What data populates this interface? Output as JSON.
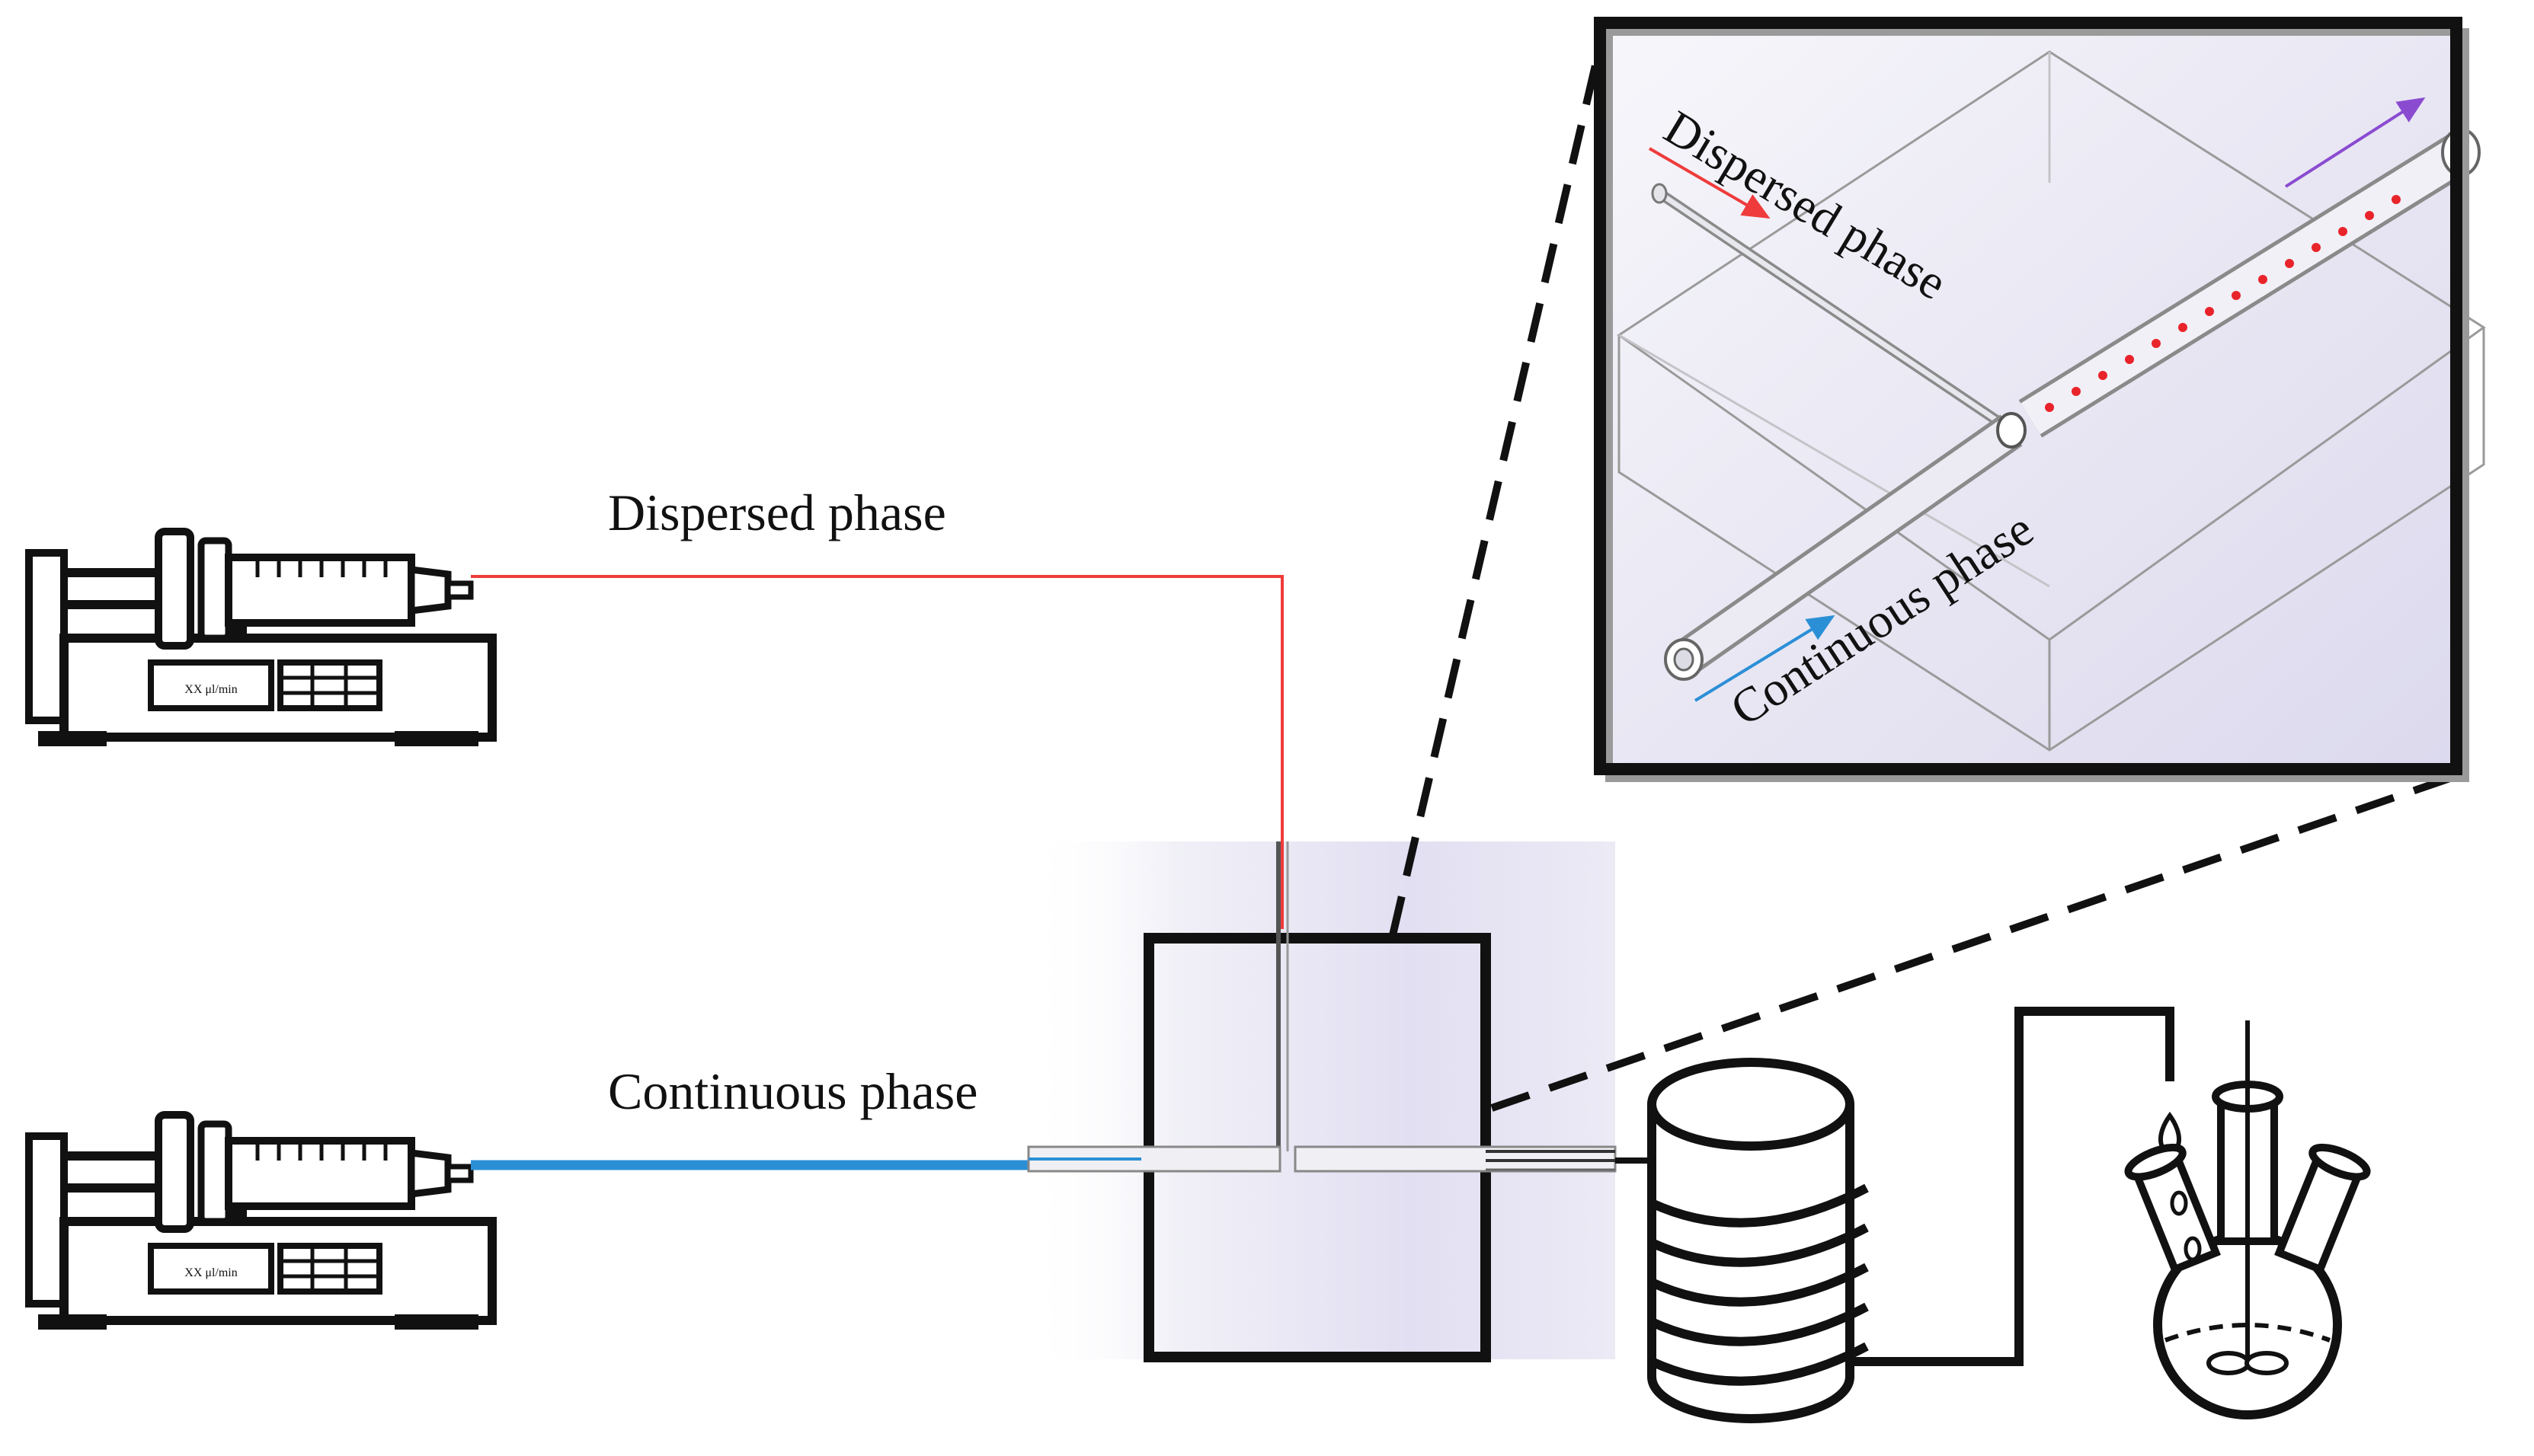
{
  "labels": {
    "dispersed_phase": "Dispersed phase",
    "continuous_phase": "Continuous phase",
    "inset_dispersed": "Dispersed phase",
    "inset_continuous": "Continuous phase",
    "pump_display": "XX μl/min"
  },
  "colors": {
    "dispersed_line": "#ef3b3b",
    "continuous_line": "#2b8fd6",
    "outline": "#111111",
    "chip_tint": "#e3e0f2",
    "droplet": "#e8242a",
    "outlet_arrow": "#8a4bd1"
  },
  "icons": {
    "pump": "syringe-pump-icon",
    "coil": "cooling-coil-icon",
    "flask": "three-neck-flask-icon"
  }
}
